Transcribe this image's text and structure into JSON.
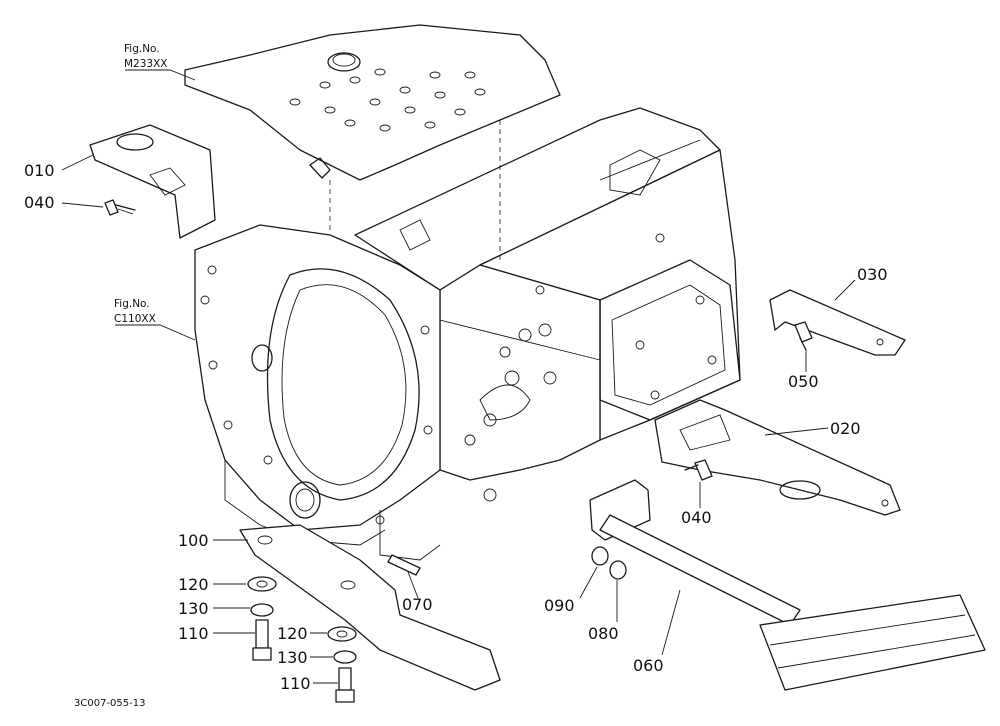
{
  "figure_refs": [
    {
      "id": "m233",
      "line1": "Fig.No.",
      "line2": "M233XX"
    },
    {
      "id": "c110",
      "line1": "Fig.No.",
      "line2": "C110XX"
    }
  ],
  "part_labels": {
    "p010": "010",
    "p040a": "040",
    "p030": "030",
    "p050": "050",
    "p020": "020",
    "p040b": "040",
    "p100": "100",
    "p120a": "120",
    "p130a": "130",
    "p110a": "110",
    "p120b": "120",
    "p130b": "130",
    "p110b": "110",
    "p070": "070",
    "p090": "090",
    "p080": "080",
    "p060": "060"
  },
  "drawing_code": "3C007-055-13"
}
